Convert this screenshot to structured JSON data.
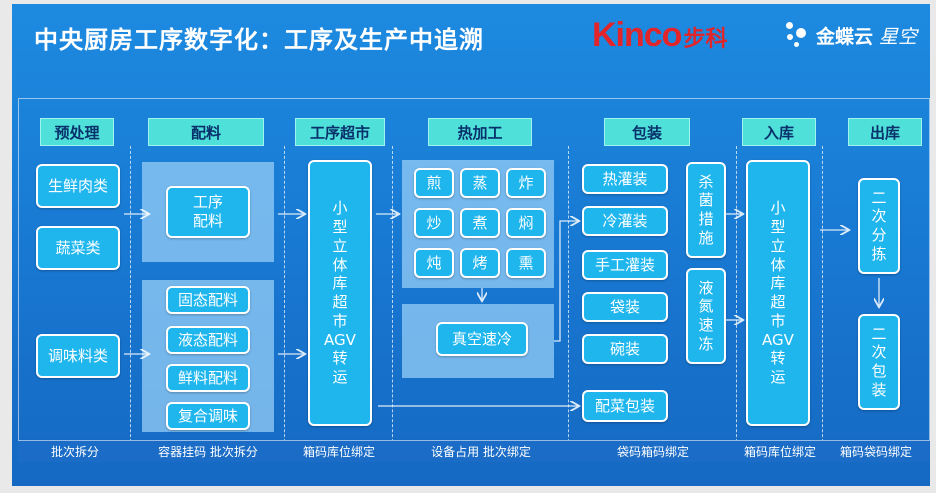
{
  "title": "中央厨房工序数字化：工序及生产中追溯",
  "logos": {
    "kinco_en": "Kinco",
    "kinco_cn": "步科",
    "kingdee_cn": "金蝶云",
    "kingdee_sub": "星空"
  },
  "columns": [
    "预处理",
    "配料",
    "工序超市",
    "热加工",
    "包装",
    "入库",
    "出库"
  ],
  "preprocess": [
    "生鲜肉类",
    "蔬菜类",
    "调味料类"
  ],
  "batching": {
    "process": "工序\n配料",
    "items": [
      "固态配料",
      "液态配料",
      "鲜料配料",
      "复合调味"
    ]
  },
  "process_market": [
    "小",
    "型",
    "立",
    "体",
    "库",
    "超",
    "市",
    "AGV",
    "转",
    "运"
  ],
  "hot_processing": {
    "methods": [
      "煎",
      "蒸",
      "炸",
      "炒",
      "煮",
      "焖",
      "炖",
      "烤",
      "熏"
    ],
    "cooling": "真空速冷"
  },
  "packaging": {
    "items": [
      "热灌装",
      "冷灌装",
      "手工灌装",
      "袋装",
      "碗装"
    ],
    "dish_pack": "配菜包装",
    "sterilize": [
      "杀",
      "菌",
      "措",
      "施"
    ],
    "freeze": [
      "液",
      "氮",
      "速",
      "冻"
    ]
  },
  "warehouse_in": [
    "小",
    "型",
    "立",
    "体",
    "库",
    "超",
    "市",
    "AGV",
    "转",
    "运"
  ],
  "warehouse_out": {
    "sort": [
      "二",
      "次",
      "分",
      "拣"
    ],
    "pack": [
      "二",
      "次",
      "包",
      "装"
    ]
  },
  "footer": [
    "批次拆分",
    "容器挂码 批次拆分",
    "箱码库位绑定",
    "设备占用 批次绑定",
    "袋码箱码绑定",
    "箱码库位绑定",
    "箱码袋码绑定"
  ]
}
